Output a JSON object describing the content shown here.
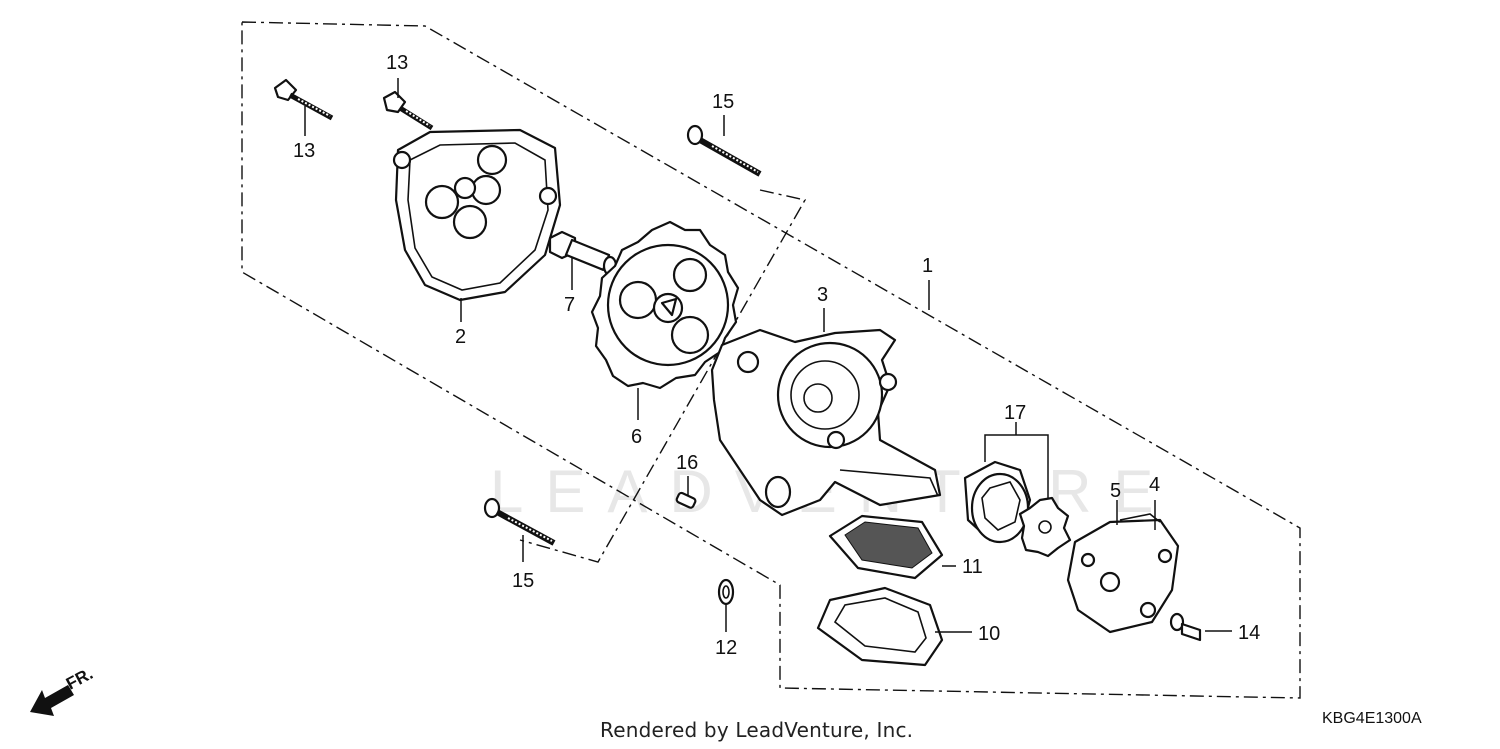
{
  "watermark": "LEADVENTURE",
  "direction_label": "FR.",
  "footer": "Rendered by LeadVenture, Inc.",
  "diagram_code": "KBG4E1300A",
  "callouts": {
    "c1": "1",
    "c2": "2",
    "c3": "3",
    "c4": "4",
    "c5": "5",
    "c6": "6",
    "c7": "7",
    "c10": "10",
    "c11": "11",
    "c12": "12",
    "c13a": "13",
    "c13b": "13",
    "c14": "14",
    "c15a": "15",
    "c15b": "15",
    "c16": "16",
    "c17": "17"
  }
}
